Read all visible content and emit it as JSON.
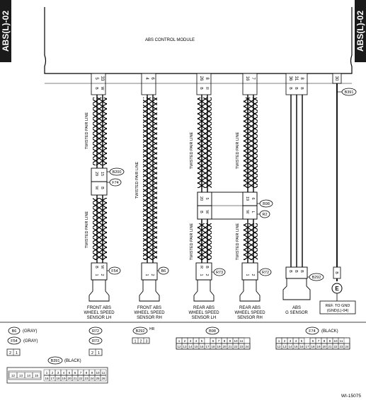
{
  "side_tab": "ABS(L)-02",
  "module": "ABS CONTROL MODULE",
  "twisted_pair_label": "TWISTED PAIR LINE",
  "figure_id": "WI-15075",
  "module_pins": [
    "5",
    "33",
    "4",
    "6",
    "26",
    "8",
    "16",
    "7",
    "36",
    "31",
    "8",
    "30"
  ],
  "inline_pins": {
    "lh_upper": [
      "29",
      "15"
    ],
    "lh_lower": [
      "W",
      "B"
    ],
    "rear_left_upper": [
      "20",
      "5"
    ],
    "rear_left_lower": [
      "B",
      "W"
    ],
    "rear_right_upper": [
      "19",
      "6"
    ],
    "rear_right_lower": [
      "W",
      "L"
    ],
    "rear_wires_top": [
      "B",
      "R"
    ],
    "rear_wires_bot": [
      "R",
      "B"
    ],
    "gsensor": [
      "B",
      "B",
      "B"
    ],
    "sensor_pins": [
      "1",
      "2"
    ]
  },
  "connector_ids": {
    "b200": "B200",
    "f74": "F74",
    "b98": "B98",
    "r2": "R2",
    "f54": "F54",
    "b6": "B6",
    "r73": "R73",
    "r72": "R72",
    "b292": "B292",
    "b391": "B391"
  },
  "sensors": [
    {
      "line1": "FRONT ABS",
      "line2": "WHEEL SPEED",
      "line3": "SENSOR LH"
    },
    {
      "line1": "FRONT ABS",
      "line2": "WHEEL SPEED",
      "line3": "SENSOR RH"
    },
    {
      "line1": "REAR ABS",
      "line2": "WHEEL SPEED",
      "line3": "SENSOR LH"
    },
    {
      "line1": "REAR ABS",
      "line2": "WHEEL SPEED",
      "line3": "SENSOR RH"
    },
    {
      "line1": "ABS",
      "line2": "G SENSOR",
      "line3": ""
    }
  ],
  "ground": {
    "line1": "REF. TO GND",
    "line2": "(GND(L)-04)"
  },
  "ground_symbol": "E",
  "legend": {
    "b6": "B6",
    "b6_color": "(GRAY)",
    "f54": "F54",
    "f54_color": "(GRAY)",
    "r72": "R72",
    "r73": "R73",
    "b292": "B292",
    "hr": "HR",
    "b98": "B98",
    "f74": "F74",
    "f74_color": "(BLACK)",
    "b391": "B391",
    "b391_color": "(BLACK)"
  },
  "legend_pins": {
    "two": [
      "2",
      "1"
    ],
    "three": [
      "1",
      "2",
      "3"
    ],
    "b98_top": [
      "1",
      "2",
      "3",
      "4",
      "5",
      "",
      "6",
      "7",
      "8",
      "9",
      "10",
      "11"
    ],
    "b98_bot": [
      "12",
      "13",
      "14",
      "15",
      "16",
      "17",
      "18",
      "19",
      "20",
      "21",
      "22",
      "23",
      "24"
    ],
    "f74_top": [
      "1",
      "2",
      "3",
      "4",
      "5",
      "",
      "6",
      "7",
      "8",
      "9",
      "10",
      "11"
    ],
    "f74_bot": [
      "12",
      "13",
      "14",
      "15",
      "16",
      "17",
      "18",
      "19",
      "20",
      "21",
      "22",
      "23",
      "24"
    ],
    "b391_left": [
      "12",
      "13",
      "14",
      "15"
    ],
    "b391_top": [
      "1",
      "2",
      "3",
      "4",
      "5",
      "6",
      "7",
      "8",
      "9",
      "10",
      "11"
    ],
    "b391_bot": [
      "16",
      "17",
      "18",
      "19",
      "20",
      "21",
      "22",
      "23",
      "24",
      "25",
      "26"
    ]
  }
}
